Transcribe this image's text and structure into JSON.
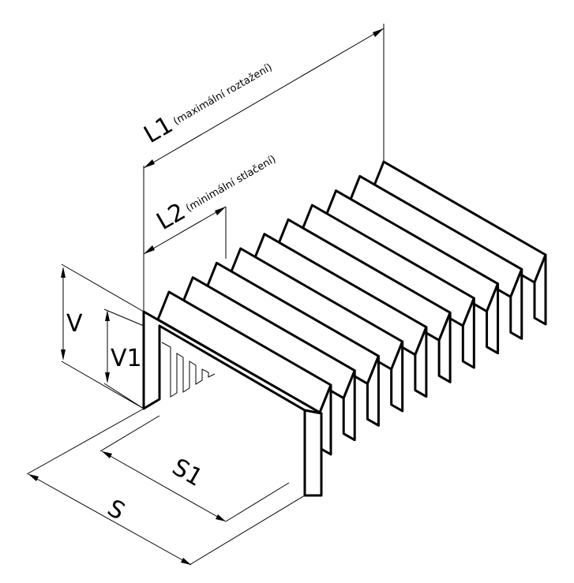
{
  "labels": {
    "L1": "L1",
    "L1_note": "(maximální roztažení)",
    "L2": "L2",
    "L2_note": "(minimální stlačení)",
    "V": "V",
    "V1": "V1",
    "S": "S",
    "S1": "S1"
  },
  "bellows": {
    "fold_count": 10
  }
}
